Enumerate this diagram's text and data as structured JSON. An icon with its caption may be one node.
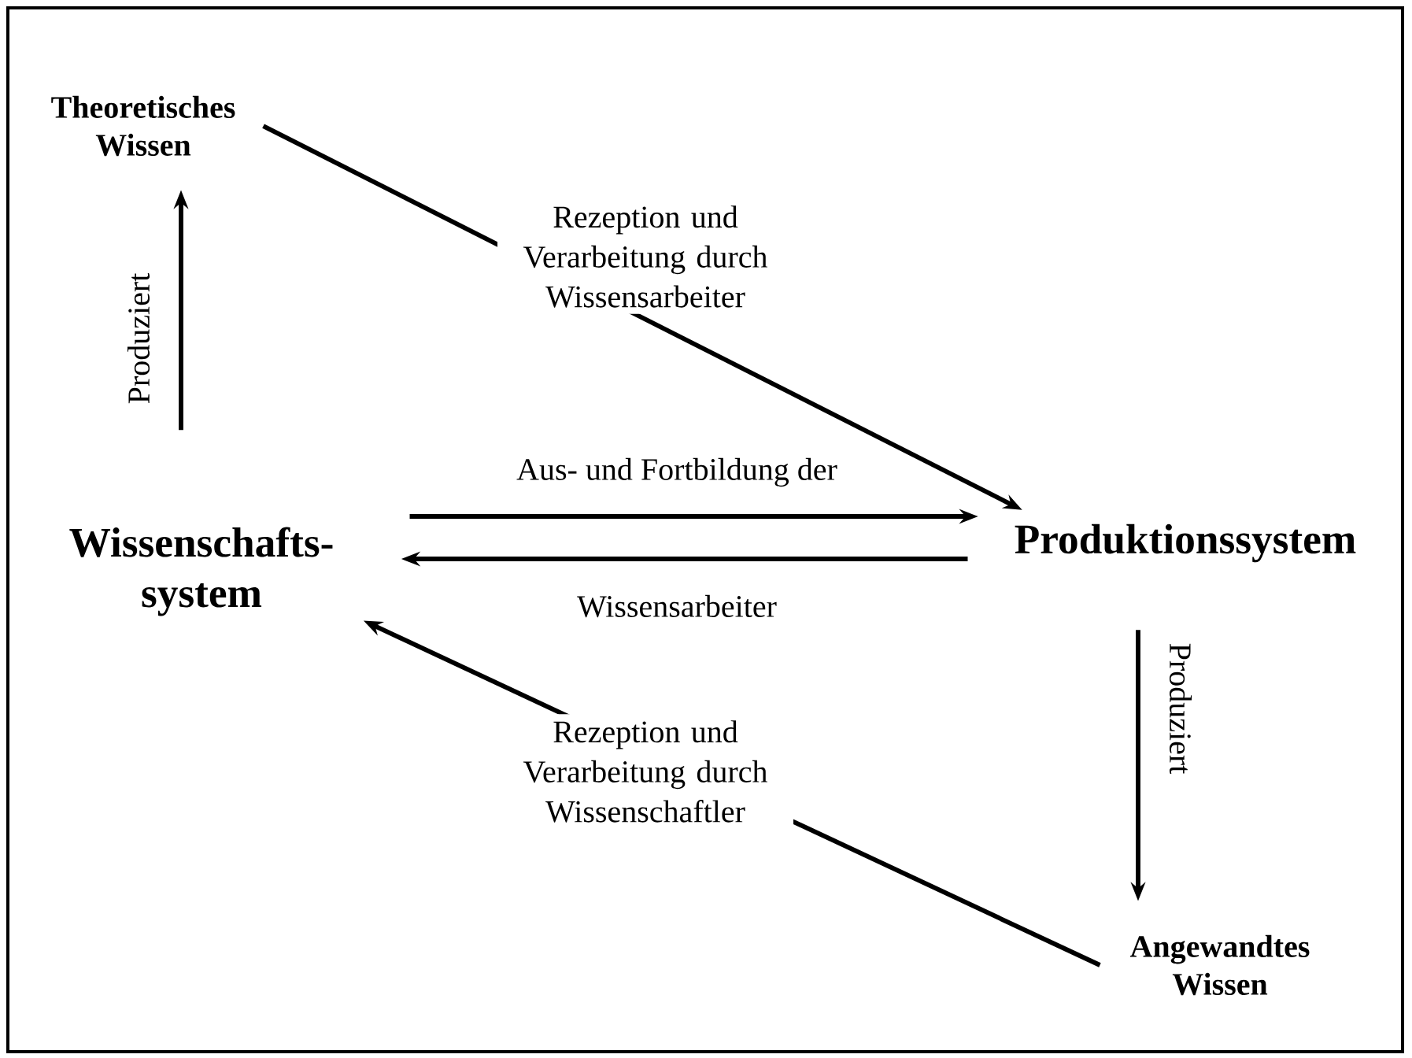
{
  "diagram": {
    "nodes": [
      {
        "text": [
          "Theoretisches Wissen"
        ]
      },
      {
        "text": [
          "Wissenschafts- system"
        ]
      },
      {
        "text": [
          "Produktionssystem"
        ]
      },
      {
        "text": [
          "Angewandtes Wissen"
        ]
      }
    ],
    "edges": [
      {
        "from": 1,
        "to": 0,
        "arrow": "to",
        "label": "Produziert"
      },
      {
        "from": 0,
        "to": 2,
        "arrow": "to",
        "label": "Rezeption und Verarbeitung durch Wissensarbeiter"
      },
      {
        "from": 1,
        "to": 2,
        "arrow": "to",
        "label": "Aus- und Fortbildung der"
      },
      {
        "from": 2,
        "to": 1,
        "arrow": "to",
        "label": "Wissensarbeiter"
      },
      {
        "from": 2,
        "to": 3,
        "arrow": "to",
        "label": "Produziert"
      },
      {
        "from": 3,
        "to": 1,
        "arrow": "to",
        "label": "Rezeption und Verarbeitung durch Wissenschaftler"
      }
    ]
  }
}
